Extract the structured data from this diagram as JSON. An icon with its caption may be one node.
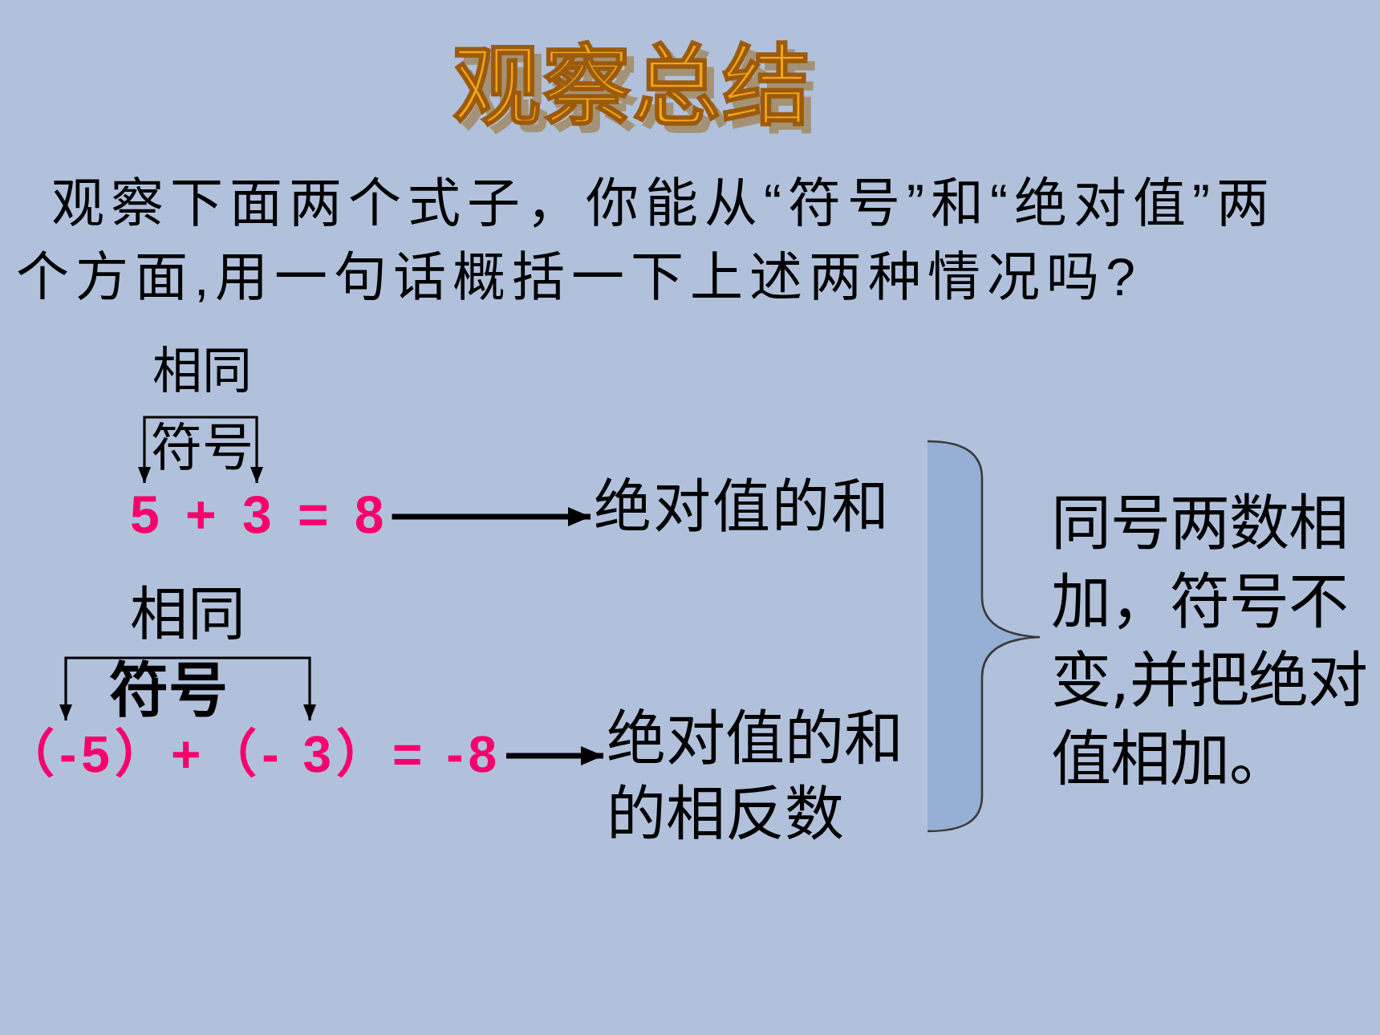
{
  "diagram": {
    "title": "观察总结",
    "nodes": [
      {
        "text": [
          "符号"
        ]
      },
      {
        "text": [
          "5 + 3 = 8"
        ]
      },
      {
        "text": [
          "绝对值的和"
        ]
      },
      {
        "text": [
          "符号"
        ]
      },
      {
        "text": [
          "（-5）+（- 3）= -8"
        ]
      },
      {
        "text": [
          "绝对值的和的相反数"
        ]
      },
      {
        "text": [
          "同号两数相加，符号不变,并把绝对值相加。"
        ]
      }
    ],
    "edges": [
      {
        "from": 0,
        "to": 1,
        "arrow": "to"
      },
      {
        "from": 0,
        "to": 1,
        "arrow": "to"
      },
      {
        "from": 1,
        "to": 2,
        "arrow": "to",
        "style": "thick"
      },
      {
        "from": 3,
        "to": 4,
        "arrow": "to"
      },
      {
        "from": 3,
        "to": 4,
        "arrow": "to"
      },
      {
        "from": 4,
        "to": 5,
        "arrow": "to",
        "style": "thick"
      }
    ],
    "labels": [
      "观察下面两个式子，你能从“符号”和“绝对值”两个方面,用一句话概括一下上述两种情况吗?",
      "相同",
      "相同"
    ]
  }
}
